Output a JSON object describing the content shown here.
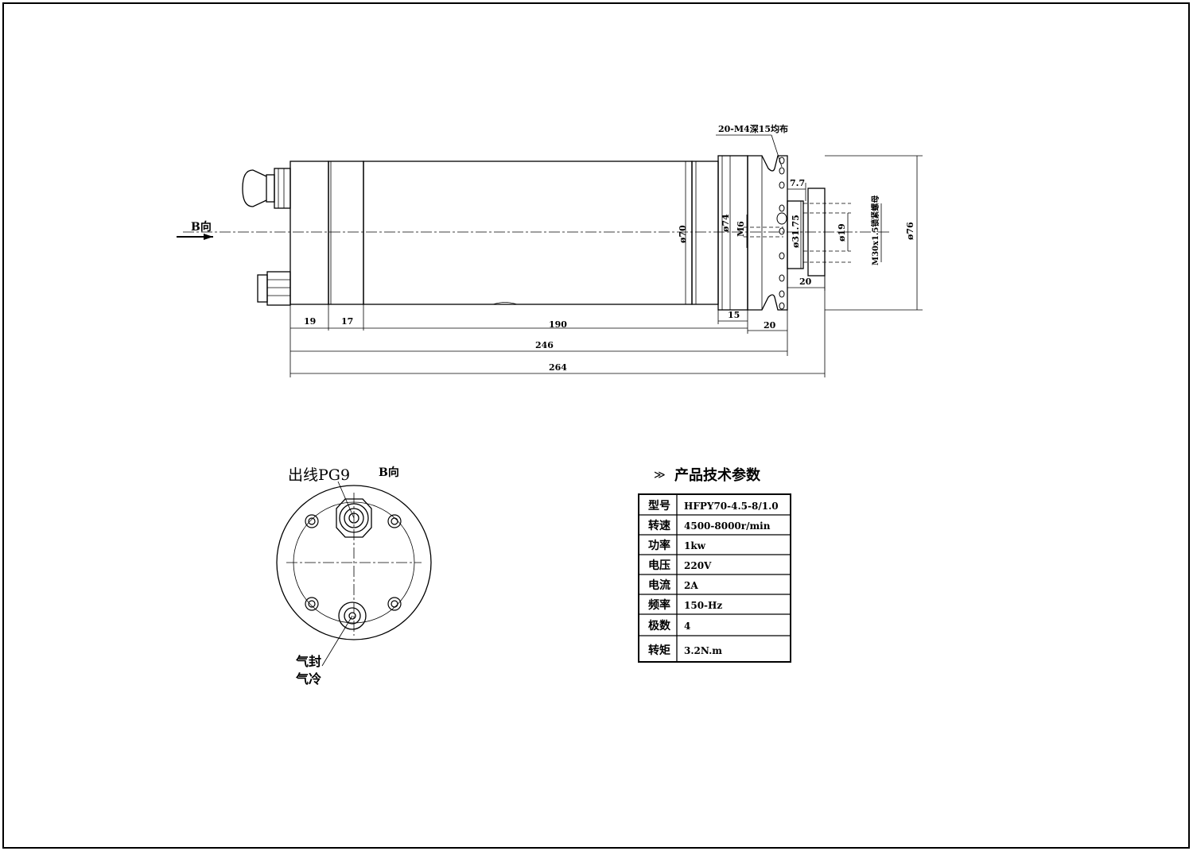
{
  "side_view": {
    "view_arrow_label": "B向",
    "callout_holes": "20-M4深15均布",
    "dims": {
      "d70": "ø70",
      "d74": "ø74",
      "m6": "M6",
      "d31_75": "ø31.75",
      "d19": "ø19",
      "m30": "M30x1.5锁紧螺母",
      "d76": "ø76",
      "w7_7": "7.7",
      "w20_nut": "20",
      "l19": "19",
      "l17": "17",
      "l190": "190",
      "l15": "15",
      "l20": "20",
      "l246": "246",
      "l264": "264"
    }
  },
  "end_view": {
    "cable_label": "出线PG9",
    "view_label": "B向",
    "air_seal_label": "气封",
    "air_cool_label": "气冷"
  },
  "specs": {
    "title": "产品技术参数",
    "rows": [
      {
        "label": "型号",
        "value": "HFPY70-4.5-8/1.0"
      },
      {
        "label": "转速",
        "value": "4500-8000r/min"
      },
      {
        "label": "功率",
        "value": "1kw"
      },
      {
        "label": "电压",
        "value": "220V"
      },
      {
        "label": "电流",
        "value": "2A"
      },
      {
        "label": "频率",
        "value": "150-Hz"
      },
      {
        "label": "极数",
        "value": "4"
      },
      {
        "label": "转矩",
        "value": "3.2N.m"
      }
    ]
  }
}
